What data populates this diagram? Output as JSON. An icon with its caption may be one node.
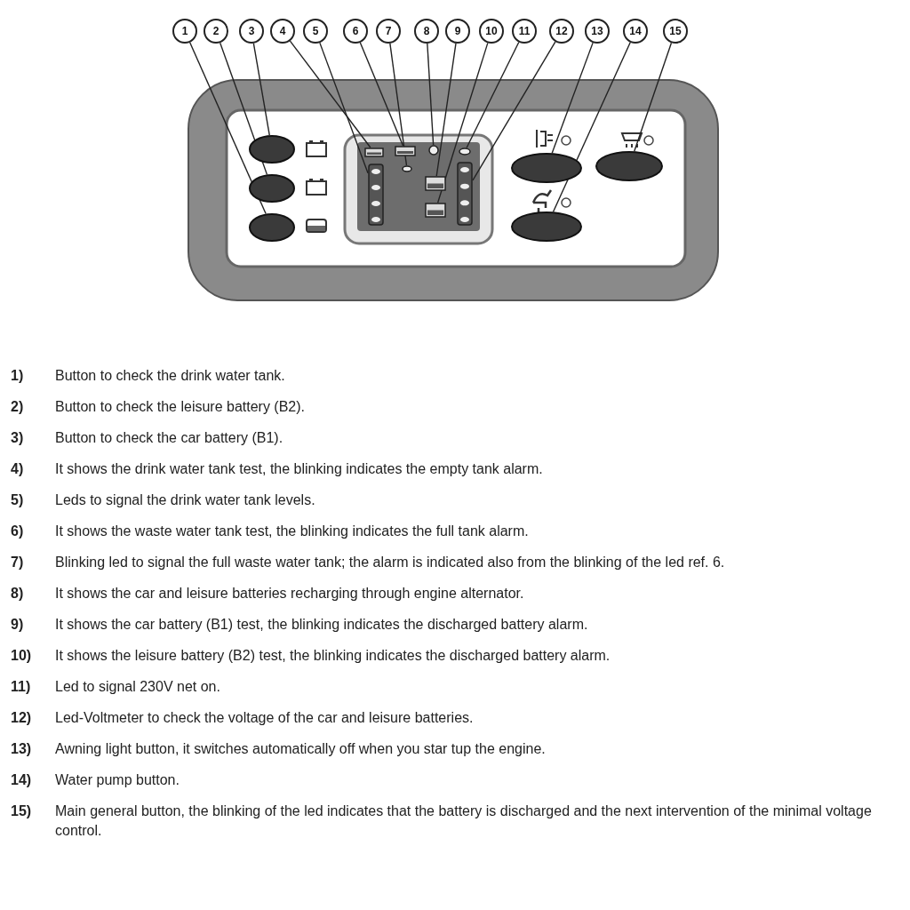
{
  "diagram": {
    "nodes": [
      {
        "text": [
          "1"
        ]
      },
      {
        "text": [
          "2"
        ]
      },
      {
        "text": [
          "3"
        ]
      },
      {
        "text": [
          "4"
        ]
      },
      {
        "text": [
          "5"
        ]
      },
      {
        "text": [
          "6"
        ]
      },
      {
        "text": [
          "7"
        ]
      },
      {
        "text": [
          "8"
        ]
      },
      {
        "text": [
          "9"
        ]
      },
      {
        "text": [
          "10"
        ]
      },
      {
        "text": [
          "11"
        ]
      },
      {
        "text": [
          "12"
        ]
      },
      {
        "text": [
          "13"
        ]
      },
      {
        "text": [
          "14"
        ]
      },
      {
        "text": [
          "15"
        ]
      },
      {
        "text": [],
        "shape": "ellipse"
      },
      {
        "text": [],
        "shape": "ellipse"
      },
      {
        "text": [],
        "shape": "ellipse"
      },
      {
        "text": [],
        "shape": "picture"
      },
      {
        "text": [],
        "shape": "bar"
      },
      {
        "text": [],
        "shape": "picture"
      },
      {
        "text": [],
        "shape": "circle"
      },
      {
        "text": [],
        "shape": "circle"
      },
      {
        "text": [],
        "shape": "picture"
      },
      {
        "text": [],
        "shape": "picture"
      },
      {
        "text": [],
        "shape": "circle"
      },
      {
        "text": [],
        "shape": "bar"
      },
      {
        "text": [],
        "shape": "ellipse"
      },
      {
        "text": [],
        "shape": "ellipse"
      },
      {
        "text": [],
        "shape": "ellipse"
      }
    ],
    "edges": [
      {
        "from": 0,
        "to": 15,
        "arrow": "none"
      },
      {
        "from": 1,
        "to": 16,
        "arrow": "none"
      },
      {
        "from": 2,
        "to": 17,
        "arrow": "none"
      },
      {
        "from": 3,
        "to": 18,
        "arrow": "none"
      },
      {
        "from": 4,
        "to": 19,
        "arrow": "none"
      },
      {
        "from": 5,
        "to": 20,
        "arrow": "none"
      },
      {
        "from": 6,
        "to": 21,
        "arrow": "none"
      },
      {
        "from": 7,
        "to": 22,
        "arrow": "none"
      },
      {
        "from": 8,
        "to": 23,
        "arrow": "none"
      },
      {
        "from": 9,
        "to": 24,
        "arrow": "none"
      },
      {
        "from": 10,
        "to": 25,
        "arrow": "none"
      },
      {
        "from": 11,
        "to": 26,
        "arrow": "none"
      },
      {
        "from": 12,
        "to": 27,
        "arrow": "none"
      },
      {
        "from": 13,
        "to": 28,
        "arrow": "none"
      },
      {
        "from": 14,
        "to": 29,
        "arrow": "none"
      }
    ],
    "labels": [
      "1)",
      "Button to check the drink water tank.",
      "2)",
      "Button to check the leisure battery (B2).",
      "3)",
      "Button to check the car battery (B1).",
      "4)",
      "It shows the drink water tank test, the blinking indicates the empty tank alarm.",
      "5)",
      "Leds to signal the drink water tank levels.",
      "6)",
      "It shows the waste water tank test, the blinking indicates the full tank alarm.",
      "7)",
      "Blinking led to signal the full waste water tank; the alarm is indicated also from the blinking of the led ref. 6.",
      "8)",
      "It shows the car and leisure batteries recharging through engine alternator.",
      "9)",
      "It shows the car battery (B1) test, the blinking indicates the discharged battery alarm.",
      "10)",
      "It shows the leisure battery (B2) test, the blinking indicates the discharged battery alarm.",
      "11)",
      "Led to signal 230V net on.",
      "12)",
      "Led-Voltmeter to check the voltage of the car and leisure batteries.",
      "13)",
      "Awning light button, it switches automatically off when you star tup the engine.",
      "14)",
      "Water pump button.",
      "15)",
      "Main general button, the blinking of the led indicates that the battery is discharged and the next intervention of the minimal voltage control."
    ]
  }
}
